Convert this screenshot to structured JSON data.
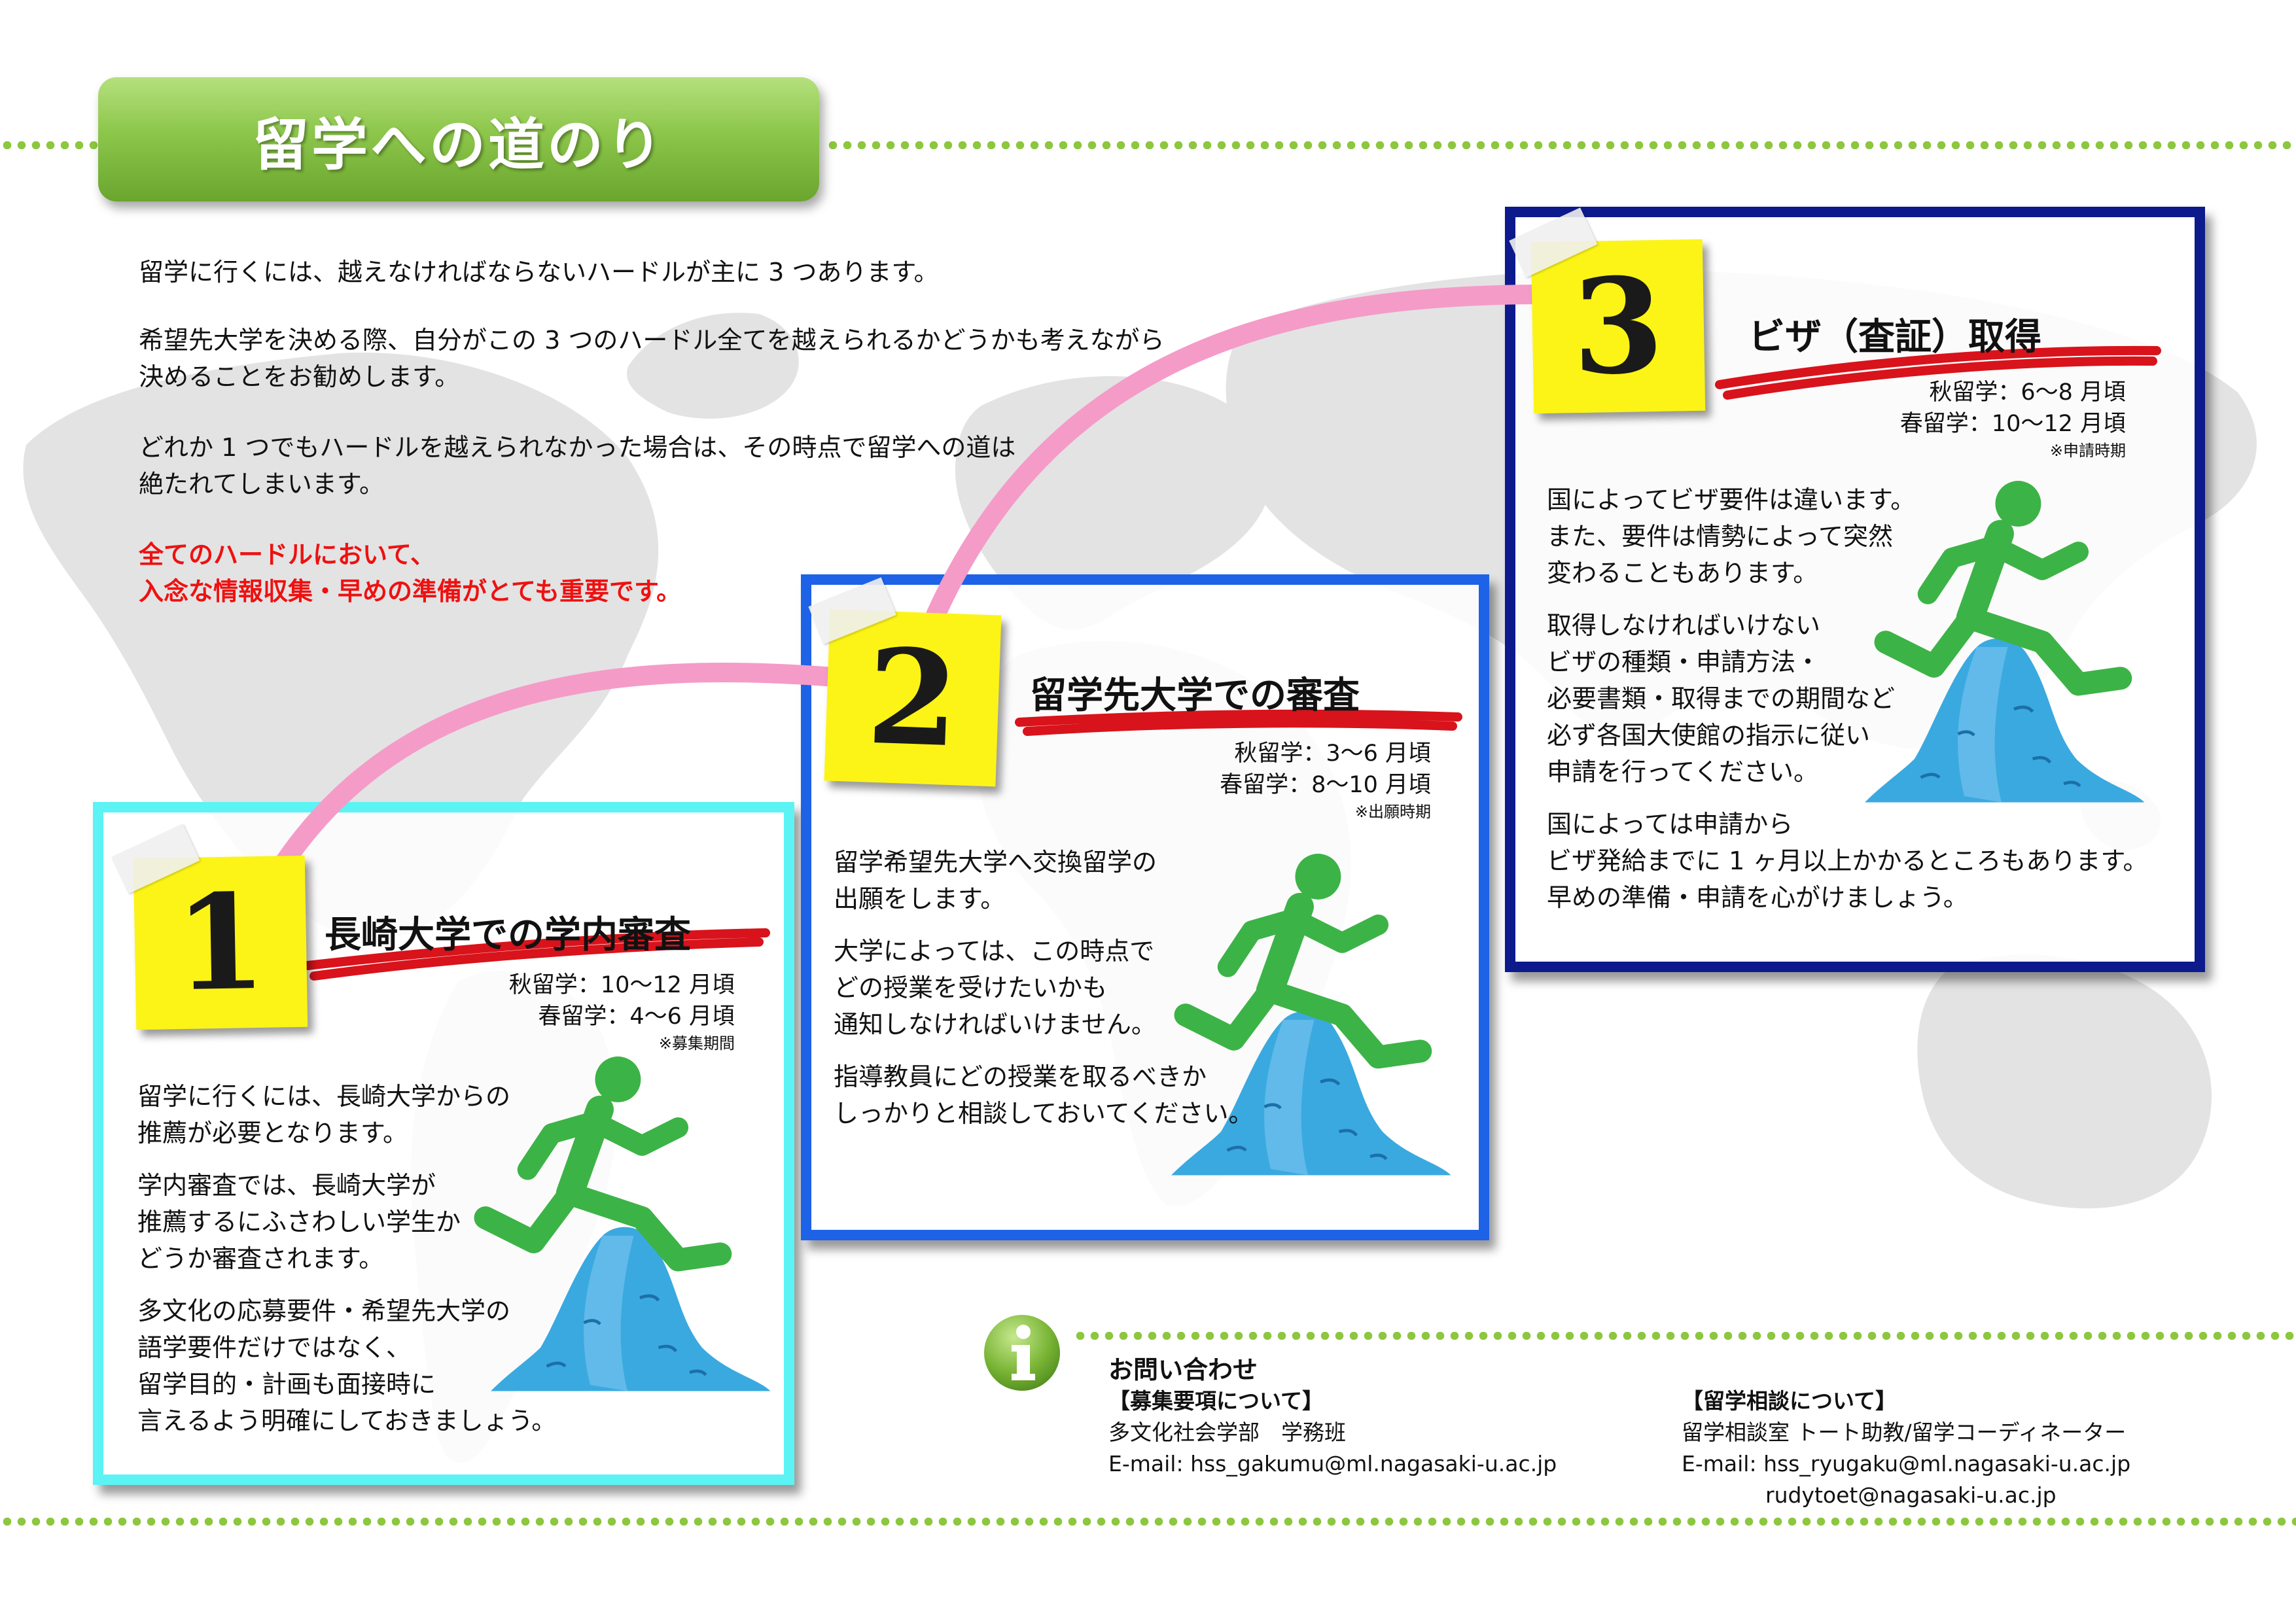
{
  "title": "留学への道のり",
  "intro": {
    "line1": "留学に行くには、越えなければならないハードルが主に 3 つあります。",
    "line2": "希望先大学を決める際、自分がこの 3 つのハードル全てを越えられるかどうかも考えながら",
    "line3": "決めることをお勧めします。",
    "line4": "どれか 1 つでもハードルを越えられなかった場合は、その時点で留学への道は",
    "line5": "絶たれてしまいます。",
    "emphasis1": "全てのハードルにおいて、",
    "emphasis2": "入念な情報収集・早めの準備がとても重要です。"
  },
  "steps": [
    {
      "number": "1",
      "heading": "長崎大学での学内審査",
      "autumn": "秋留学：10～12 月頃",
      "spring": "春留学：4～6 月頃",
      "period_note": "※募集期間",
      "lines": [
        "留学に行くには、長崎大学からの",
        "推薦が必要となります。",
        "学内審査では、長崎大学が",
        "推薦するにふさわしい学生か",
        "どうか審査されます。",
        "多文化の応募要件・希望先大学の",
        "語学要件だけではなく、",
        "留学目的・計画も面接時に",
        "言えるよう明確にしておきましょう。"
      ]
    },
    {
      "number": "2",
      "heading": "留学先大学での審査",
      "autumn": "秋留学：3～6 月頃",
      "spring": "春留学：8～10 月頃",
      "period_note": "※出願時期",
      "lines": [
        "留学希望先大学へ交換留学の",
        "出願をします。",
        "大学によっては、この時点で",
        "どの授業を受けたいかも",
        "通知しなければいけません。",
        "指導教員にどの授業を取るべきか",
        "しっかりと相談しておいてください。"
      ]
    },
    {
      "number": "3",
      "heading": "ビザ（査証）取得",
      "autumn": "秋留学：6～8 月頃",
      "spring": "春留学：10～12 月頃",
      "period_note": "※申請時期",
      "lines": [
        "国によってビザ要件は違います。",
        "また、要件は情勢によって突然",
        "変わることもあります。",
        "取得しなければいけない",
        "ビザの種類・申請方法・",
        "必要書類・取得までの期間など",
        "必ず各国大使館の指示に従い",
        "申請を行ってください。",
        "国によっては申請から",
        "ビザ発給までに 1 ヶ月以上かかるところもあります。",
        "早めの準備・申請を心がけましょう。"
      ]
    }
  ],
  "contact": {
    "heading": "お問い合わせ",
    "recruit_title": "【募集要項について】",
    "recruit_dept": "多文化社会学部　学務班",
    "recruit_email": "E-mail: hss_gakumu@ml.nagasaki-u.ac.jp",
    "consult_title": "【留学相談について】",
    "consult_dept": "留学相談室 トート助教/留学コーディネーター",
    "consult_email1": "E-mail: hss_ryugaku@ml.nagasaki-u.ac.jp",
    "consult_email2": "rudytoet@nagasaki-u.ac.jp"
  },
  "colors": {
    "green_accent": "#8dc63f",
    "box1_border": "#5cf3f5",
    "box2_border": "#1e62e8",
    "box3_border": "#0d1a8c",
    "note_yellow": "#fcf416",
    "path_pink": "#f59bc8",
    "emphasis_red": "#ee1111",
    "runner_green": "#3cb346",
    "mountain_blue": "#3aa9e0"
  },
  "icons": [
    "info-icon",
    "runner-icon",
    "mountain-icon"
  ]
}
